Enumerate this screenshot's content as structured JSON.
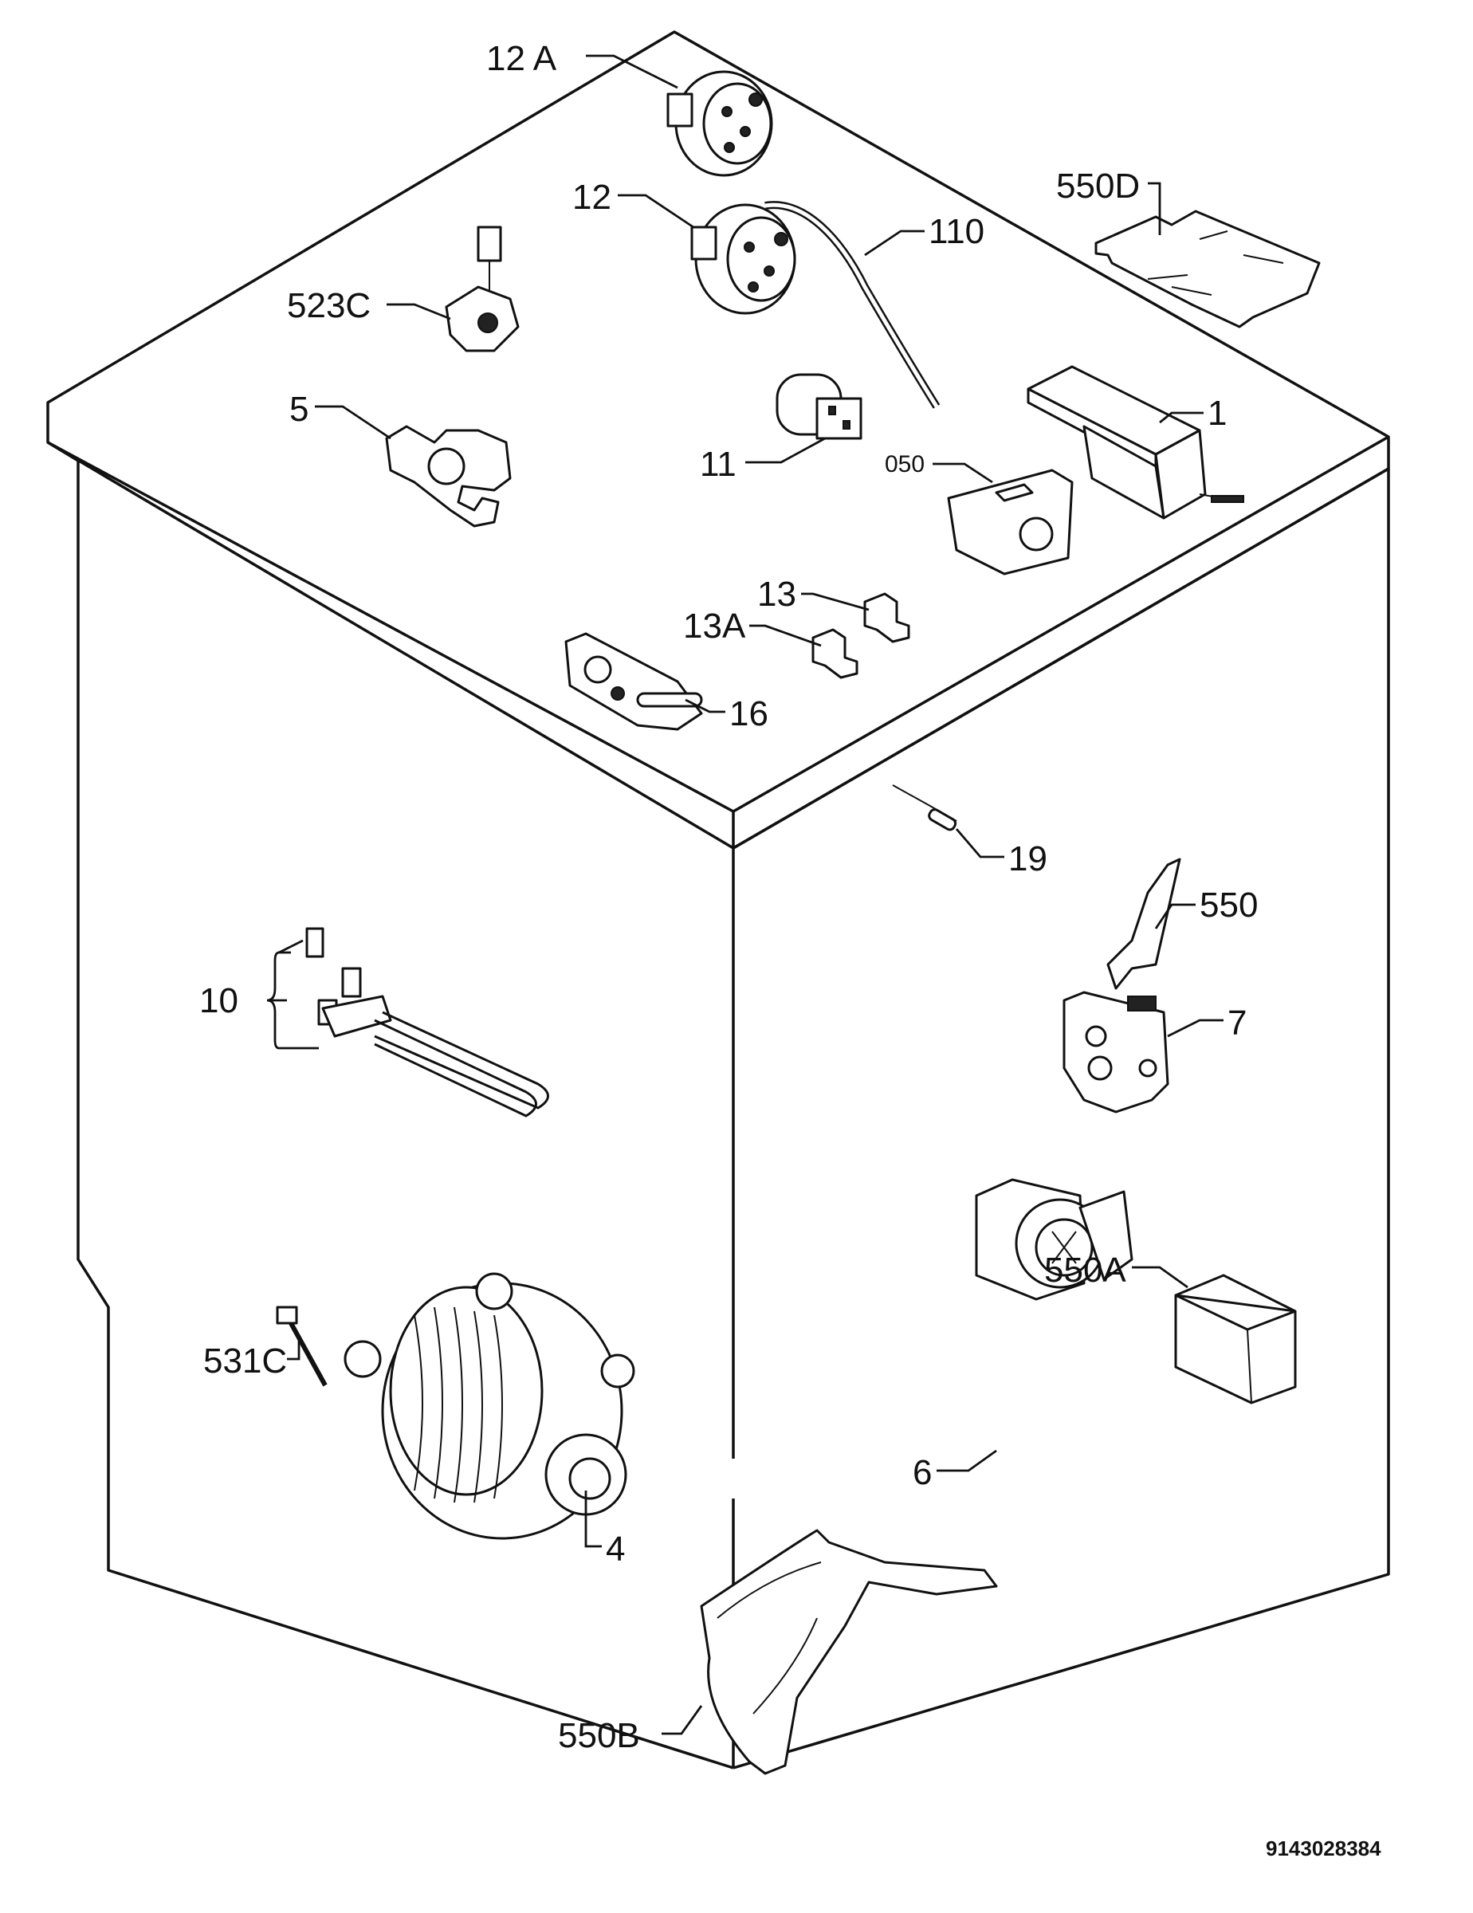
{
  "diagram": {
    "document_number": "9143028384",
    "callouts": [
      {
        "id": "12a",
        "text": "12 A"
      },
      {
        "id": "12",
        "text": "12"
      },
      {
        "id": "110",
        "text": "110"
      },
      {
        "id": "550d",
        "text": "550D"
      },
      {
        "id": "523c",
        "text": "523C"
      },
      {
        "id": "5",
        "text": "5"
      },
      {
        "id": "11",
        "text": "11"
      },
      {
        "id": "050",
        "text": "050"
      },
      {
        "id": "1",
        "text": "1"
      },
      {
        "id": "13",
        "text": "13"
      },
      {
        "id": "13a",
        "text": "13A"
      },
      {
        "id": "16",
        "text": "16"
      },
      {
        "id": "19",
        "text": "19"
      },
      {
        "id": "550",
        "text": "550"
      },
      {
        "id": "10",
        "text": "10"
      },
      {
        "id": "7",
        "text": "7"
      },
      {
        "id": "550a",
        "text": "550A"
      },
      {
        "id": "531c",
        "text": "531C"
      },
      {
        "id": "6",
        "text": "6"
      },
      {
        "id": "4",
        "text": "4"
      },
      {
        "id": "550b",
        "text": "550B"
      }
    ]
  }
}
